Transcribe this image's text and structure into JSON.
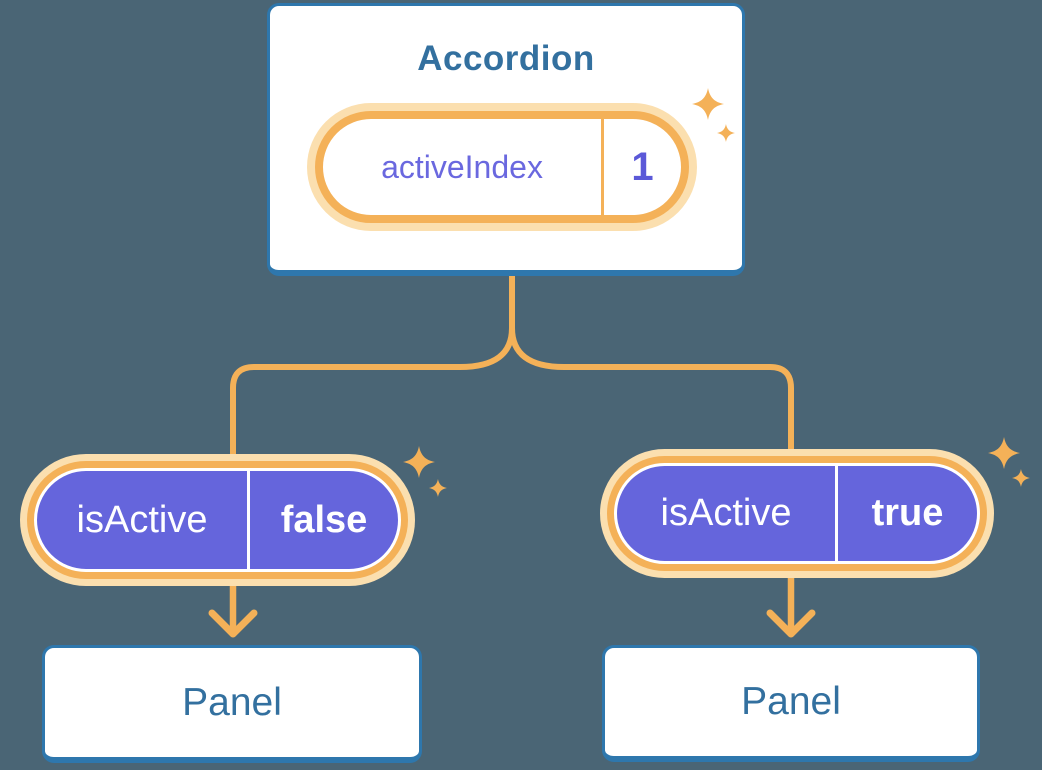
{
  "colors": {
    "background": "#4A6575",
    "accent": "#F4B158",
    "glow": "#FBDFAF",
    "purple": "#6565DC",
    "purple_text": "#6A68DF",
    "blue_border": "#2E77AD",
    "blue_text": "#33709F",
    "pill_text_white": "#FFFFFF"
  },
  "icons": {
    "sparkle": "sparkle-icon",
    "arrow": "arrow-down-icon"
  },
  "tree": {
    "root": {
      "name": "Accordion",
      "state": {
        "key": "activeIndex",
        "value": "1"
      }
    },
    "children": [
      {
        "state": {
          "key": "isActive",
          "value": "false"
        },
        "child": {
          "name": "Panel"
        }
      },
      {
        "state": {
          "key": "isActive",
          "value": "true"
        },
        "child": {
          "name": "Panel"
        }
      }
    ]
  }
}
